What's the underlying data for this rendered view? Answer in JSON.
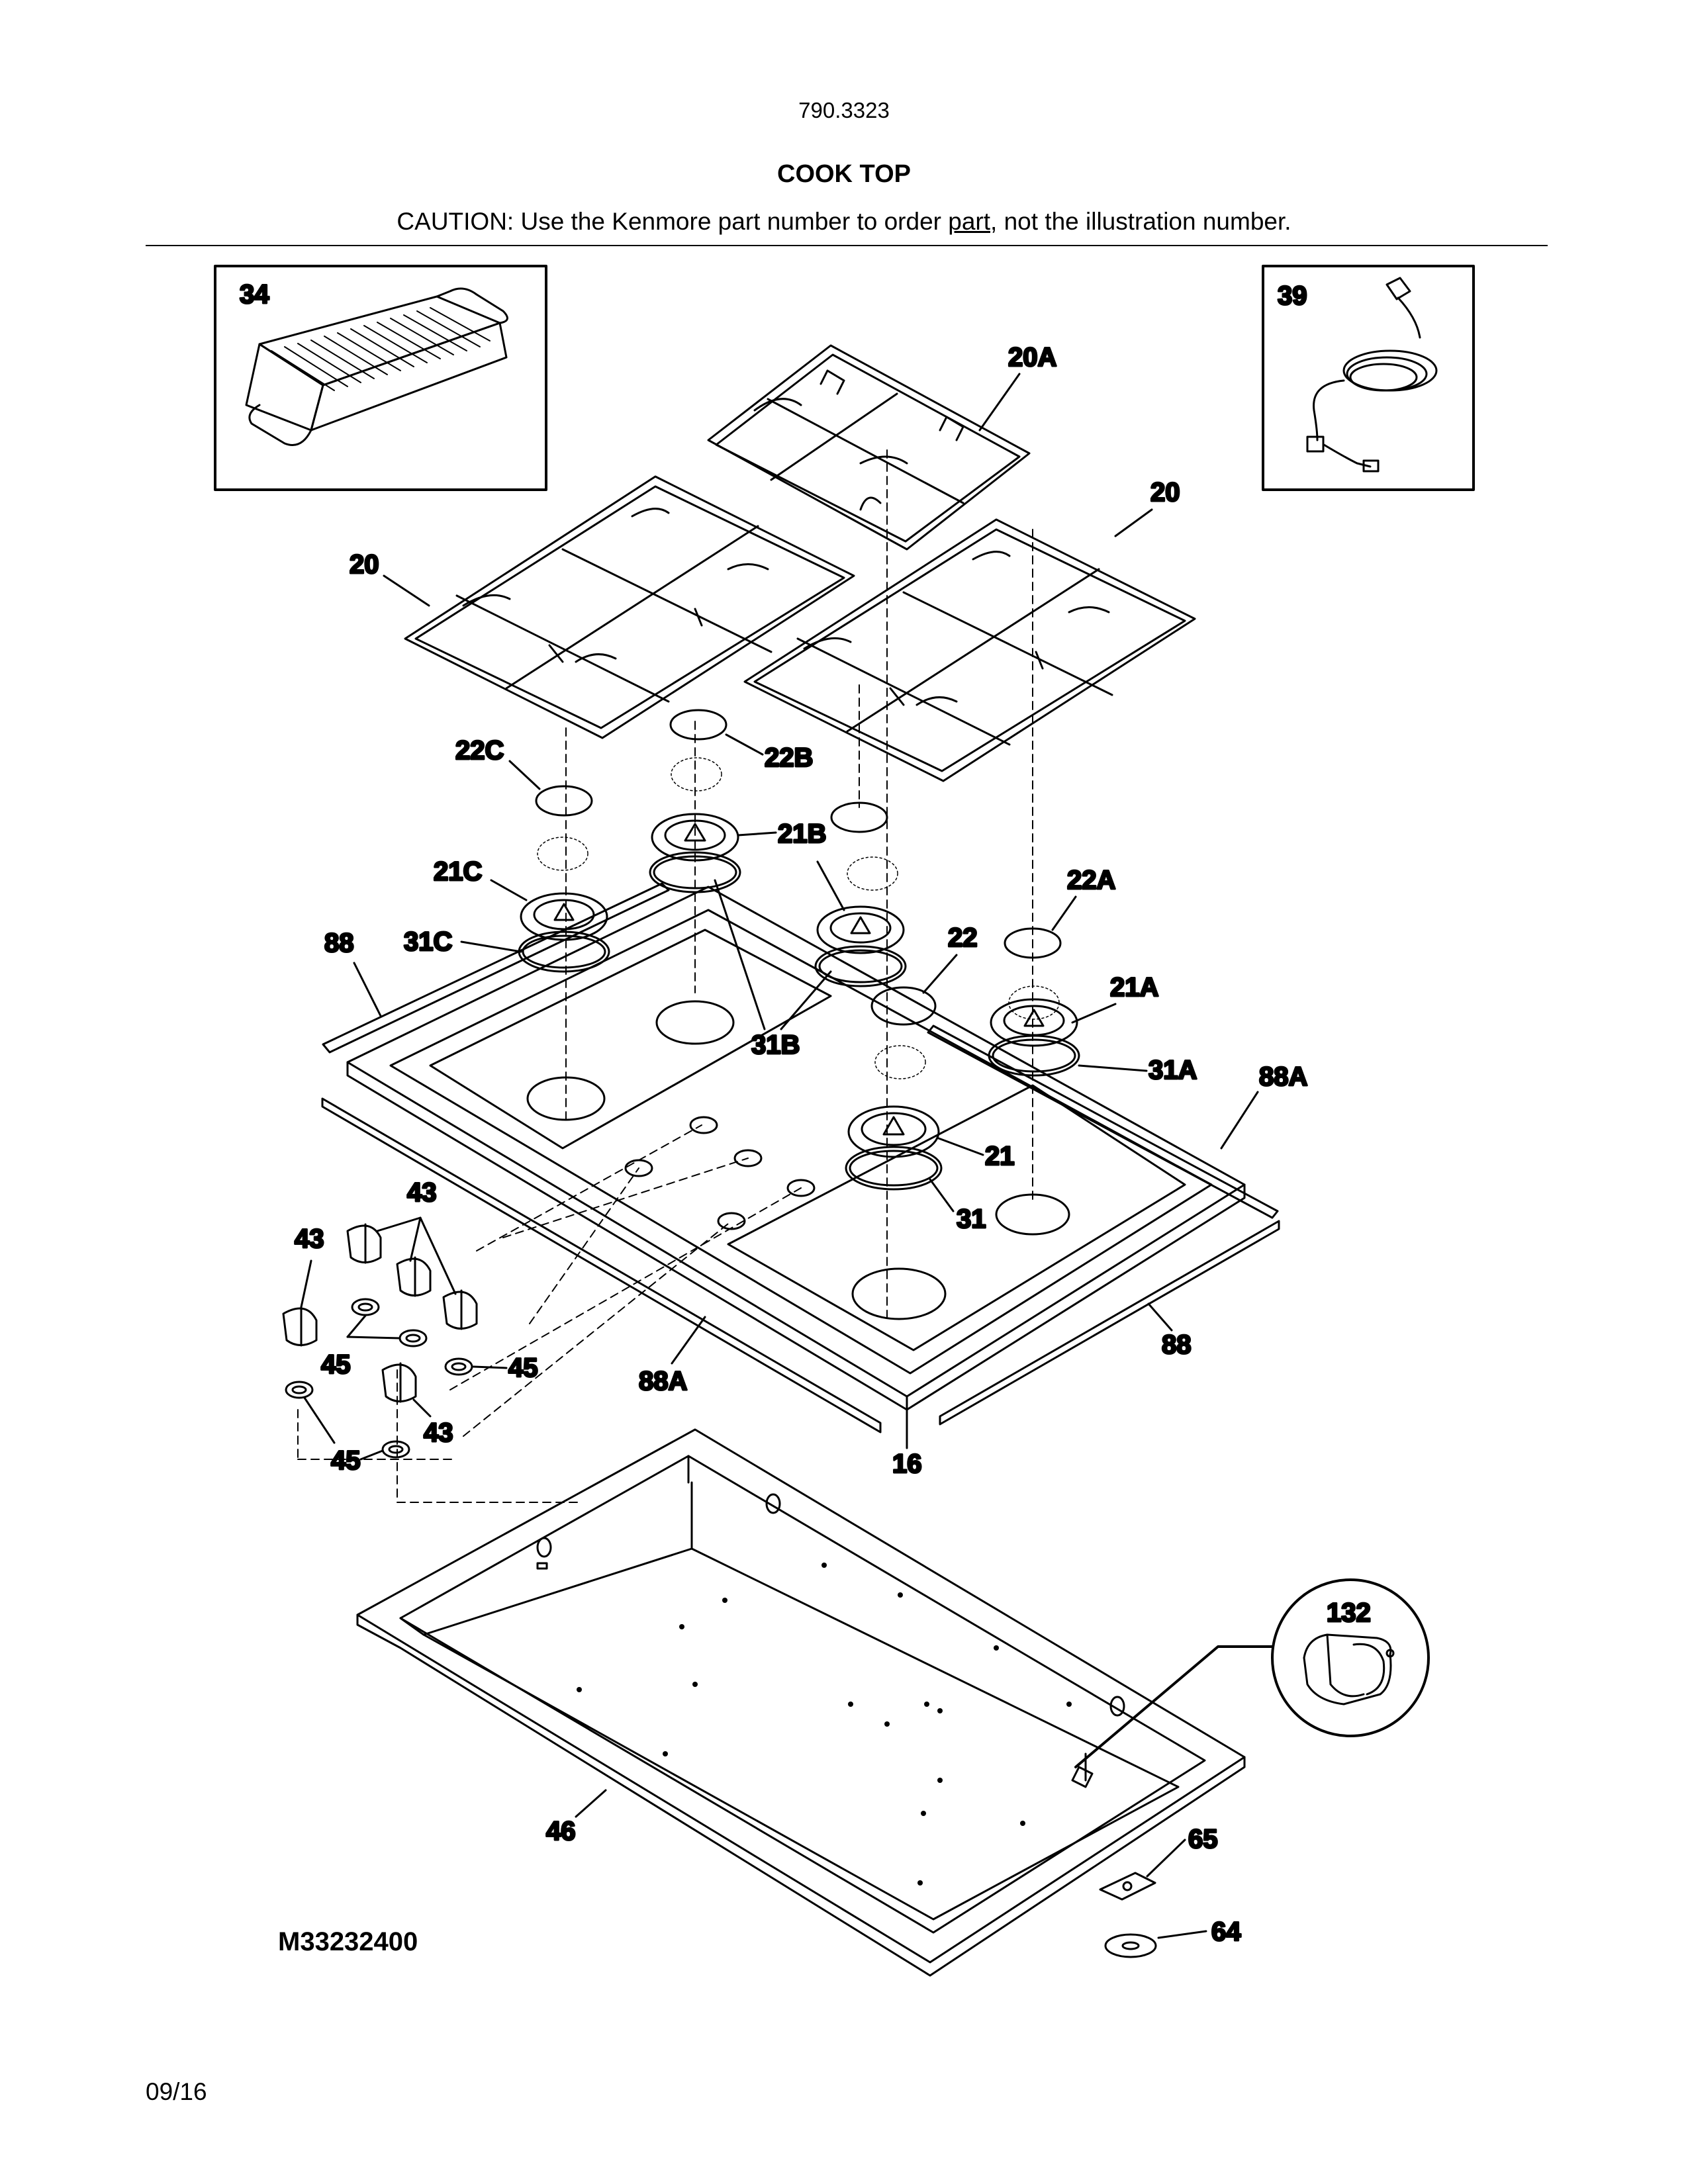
{
  "header": {
    "model_number": "790.3323",
    "title": "COOK TOP",
    "caution_prefix": "CAUTION: Use the Kenmore part number to order ",
    "caution_underlined": "part",
    "caution_suffix": ", not the illustration number."
  },
  "inset_boxes": {
    "griddle": "34",
    "power_cord": "39",
    "magnified_part": "132"
  },
  "callouts": {
    "grate_center": "20A",
    "grate_right": "20",
    "grate_left": "20",
    "burner_cap_left": "22C",
    "burner_cap_center": "22B",
    "burner_head_left": "21C",
    "burner_head_center": "21B",
    "gasket_left": "31C",
    "gasket_center": "31B",
    "burner_cap_right": "22A",
    "burner_cap_front": "22",
    "burner_head_right": "21A",
    "gasket_right": "31A",
    "burner_head_front": "21",
    "gasket_front": "31",
    "trim_left": "88",
    "trim_right_upper": "88A",
    "trim_front_left": "88A",
    "trim_front_right": "88",
    "cooktop": "16",
    "knob_group": "43",
    "knob_left": "43",
    "knob_front": "43",
    "bezel_left": "45",
    "bezel_right": "45",
    "bezel_front": "45",
    "burner_box": "46",
    "orifice_65": "65",
    "orifice_64": "64"
  },
  "footer": {
    "diagram_id": "M33232400",
    "date": "09/16"
  }
}
